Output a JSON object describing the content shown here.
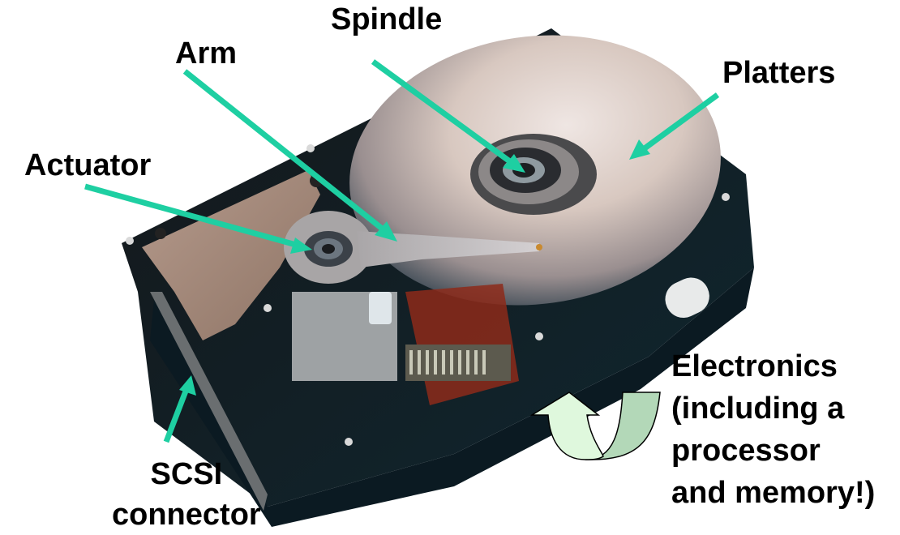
{
  "diagram": {
    "subject": "Hard disk drive (cover removed)",
    "accent_color": "#1ecfa2",
    "labels": {
      "spindle": "Spindle",
      "arm": "Arm",
      "platters": "Platters",
      "actuator": "Actuator",
      "electronics": "Electronics\n(including a\nprocessor\nand memory!)",
      "scsi": "SCSI\nconnector"
    }
  }
}
